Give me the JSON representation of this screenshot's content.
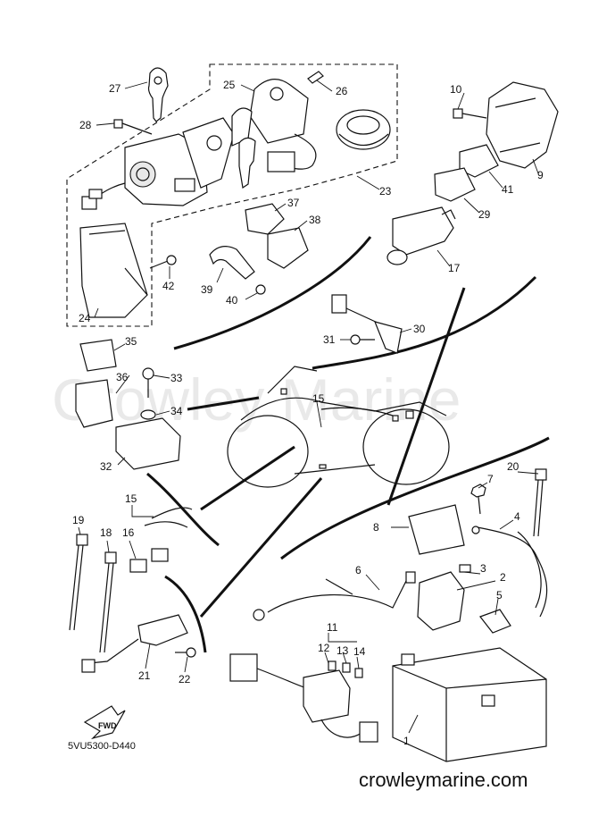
{
  "diagram": {
    "code": "5VU5300-D440",
    "watermark": "Crowley Marine",
    "website": "crowleymarine.com",
    "fwd_label": "FWD",
    "labels": {
      "p1": "1",
      "p2": "2",
      "p3": "3",
      "p4": "4",
      "p5": "5",
      "p6": "6",
      "p7": "7",
      "p8": "8",
      "p9": "9",
      "p10": "10",
      "p11": "11",
      "p12": "12",
      "p13": "13",
      "p14": "14",
      "p15a": "15",
      "p15b": "15",
      "p16": "16",
      "p17": "17",
      "p18": "18",
      "p19": "19",
      "p20": "20",
      "p21": "21",
      "p22": "22",
      "p23": "23",
      "p24": "24",
      "p25": "25",
      "p26": "26",
      "p27": "27",
      "p28": "28",
      "p29": "29",
      "p30": "30",
      "p31": "31",
      "p32": "32",
      "p33": "33",
      "p34": "34",
      "p35": "35",
      "p36": "36",
      "p37": "37",
      "p38": "38",
      "p39": "39",
      "p40": "40",
      "p41": "41",
      "p42": "42"
    }
  }
}
